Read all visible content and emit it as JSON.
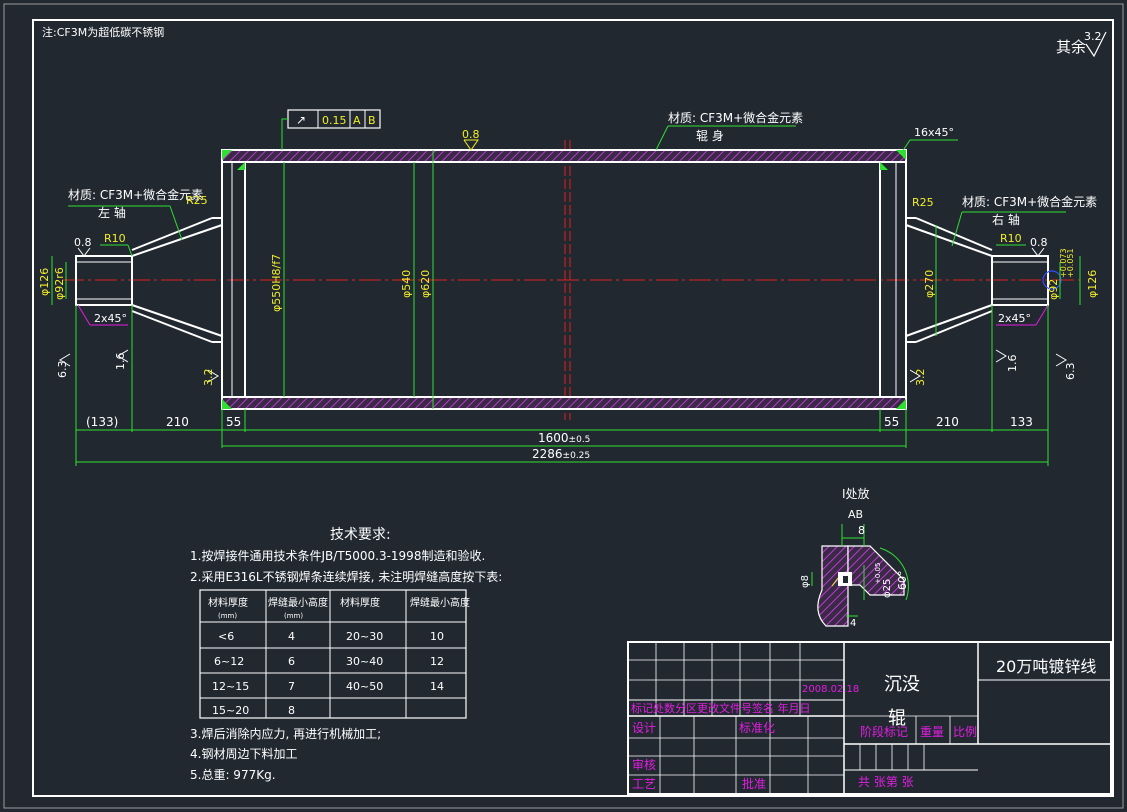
{
  "colors": {
    "background": "#212830",
    "line_white": "#ffffff",
    "dimension_green": "#30e030",
    "text_yellow": "#f2ee2a",
    "hatch_magenta": "#b93bd0",
    "centerline_red": "#e02020",
    "title_magenta": "#e21ee2"
  },
  "drawing": {
    "note": "注:CF3M为超低碳不锈钢",
    "roughness_default": "其余",
    "roughness_default_value": "3.2",
    "geom_tolerance": {
      "symbol": "↗",
      "value": "0.15",
      "datum_a": "A",
      "datum_b": "B"
    },
    "body": {
      "material": "材质: CF3M+微合金元素",
      "name": "辊  身"
    },
    "left_shaft": {
      "material": "材质: CF3M+微合金元素",
      "name": "左  轴"
    },
    "right_shaft": {
      "material": "材质: CF3M+微合金元素",
      "name": "右  轴"
    },
    "chamfer_body": "16x45°",
    "labels": {
      "r25_left": "R25",
      "r25_right": "R25",
      "r10_left": "R10",
      "r10_right": "R10",
      "ra08_left": "0.8",
      "ra08_right": "0.8",
      "ra08_body": "0.8",
      "chamfer_left": "2x45°",
      "chamfer_right": "2x45°",
      "ra63_left": "6.3",
      "ra16_left": "1.6",
      "ra32_left": "3.2",
      "ra32_right": "3.2",
      "ra16_right": "1.6",
      "ra63_right": "6.3"
    },
    "diameters": {
      "d126_left": "φ126",
      "d92_left": "φ92r6",
      "d550": "φ550H8/f7",
      "d540": "φ540",
      "d620": "φ620",
      "d270": "φ270",
      "d92_right": "φ92",
      "d92_right_tol_upper": "+0.073",
      "d92_right_tol_lower": "+0.051",
      "d126_right": "φ126"
    },
    "dimensions": {
      "d133_left": "(133)",
      "d210_left": "210",
      "d55_left": "55",
      "d55_right": "55",
      "d210_right": "210",
      "d133_right": "133",
      "d1600": "1600",
      "d1600_tol": "±0.5",
      "d2286": "2286",
      "d2286_tol": "±0.25"
    },
    "detail": {
      "title": "I处放",
      "dims": {
        "d8_top": "8",
        "d8_left": "φ8",
        "d25": "φ25",
        "d25_tol": "+0.05",
        "d60": "60°",
        "d4": "4"
      },
      "datum": "AB"
    }
  },
  "tech_requirements": {
    "title": "技术要求:",
    "items": [
      "1.按焊接件通用技术条件JB/T5000.3-1998制造和验收.",
      "2.采用E316L不锈钢焊条连续焊接, 未注明焊缝高度按下表:",
      "3.焊后消除内应力, 再进行机械加工;",
      "4.钢材周边下料加工",
      "5.总重: 977Kg."
    ],
    "table": {
      "headers": [
        "材料厚度",
        "焊缝最小高度",
        "材料厚度",
        "焊缝最小高度"
      ],
      "units": [
        "(mm)",
        "(mm)",
        "",
        ""
      ],
      "rows": [
        [
          "<6",
          "4",
          "20~30",
          "10"
        ],
        [
          "6~12",
          "6",
          "30~40",
          "12"
        ],
        [
          "12~15",
          "7",
          "40~50",
          "14"
        ],
        [
          "15~20",
          "8",
          "",
          ""
        ]
      ]
    }
  },
  "title_block": {
    "part_name_1": "沉没",
    "part_name_2": "辊",
    "project": "20万吨镀锌线",
    "date": "2008.02.18",
    "rev_header": "标记处数分区更改文件号签名 年月日",
    "design": "设计",
    "standardize": "标准化",
    "stage_mark": "阶段标记",
    "weight": "重量",
    "scale": "比例",
    "review": "审核",
    "process": "工艺",
    "approve": "批准",
    "sheets": "共   张第   张"
  }
}
